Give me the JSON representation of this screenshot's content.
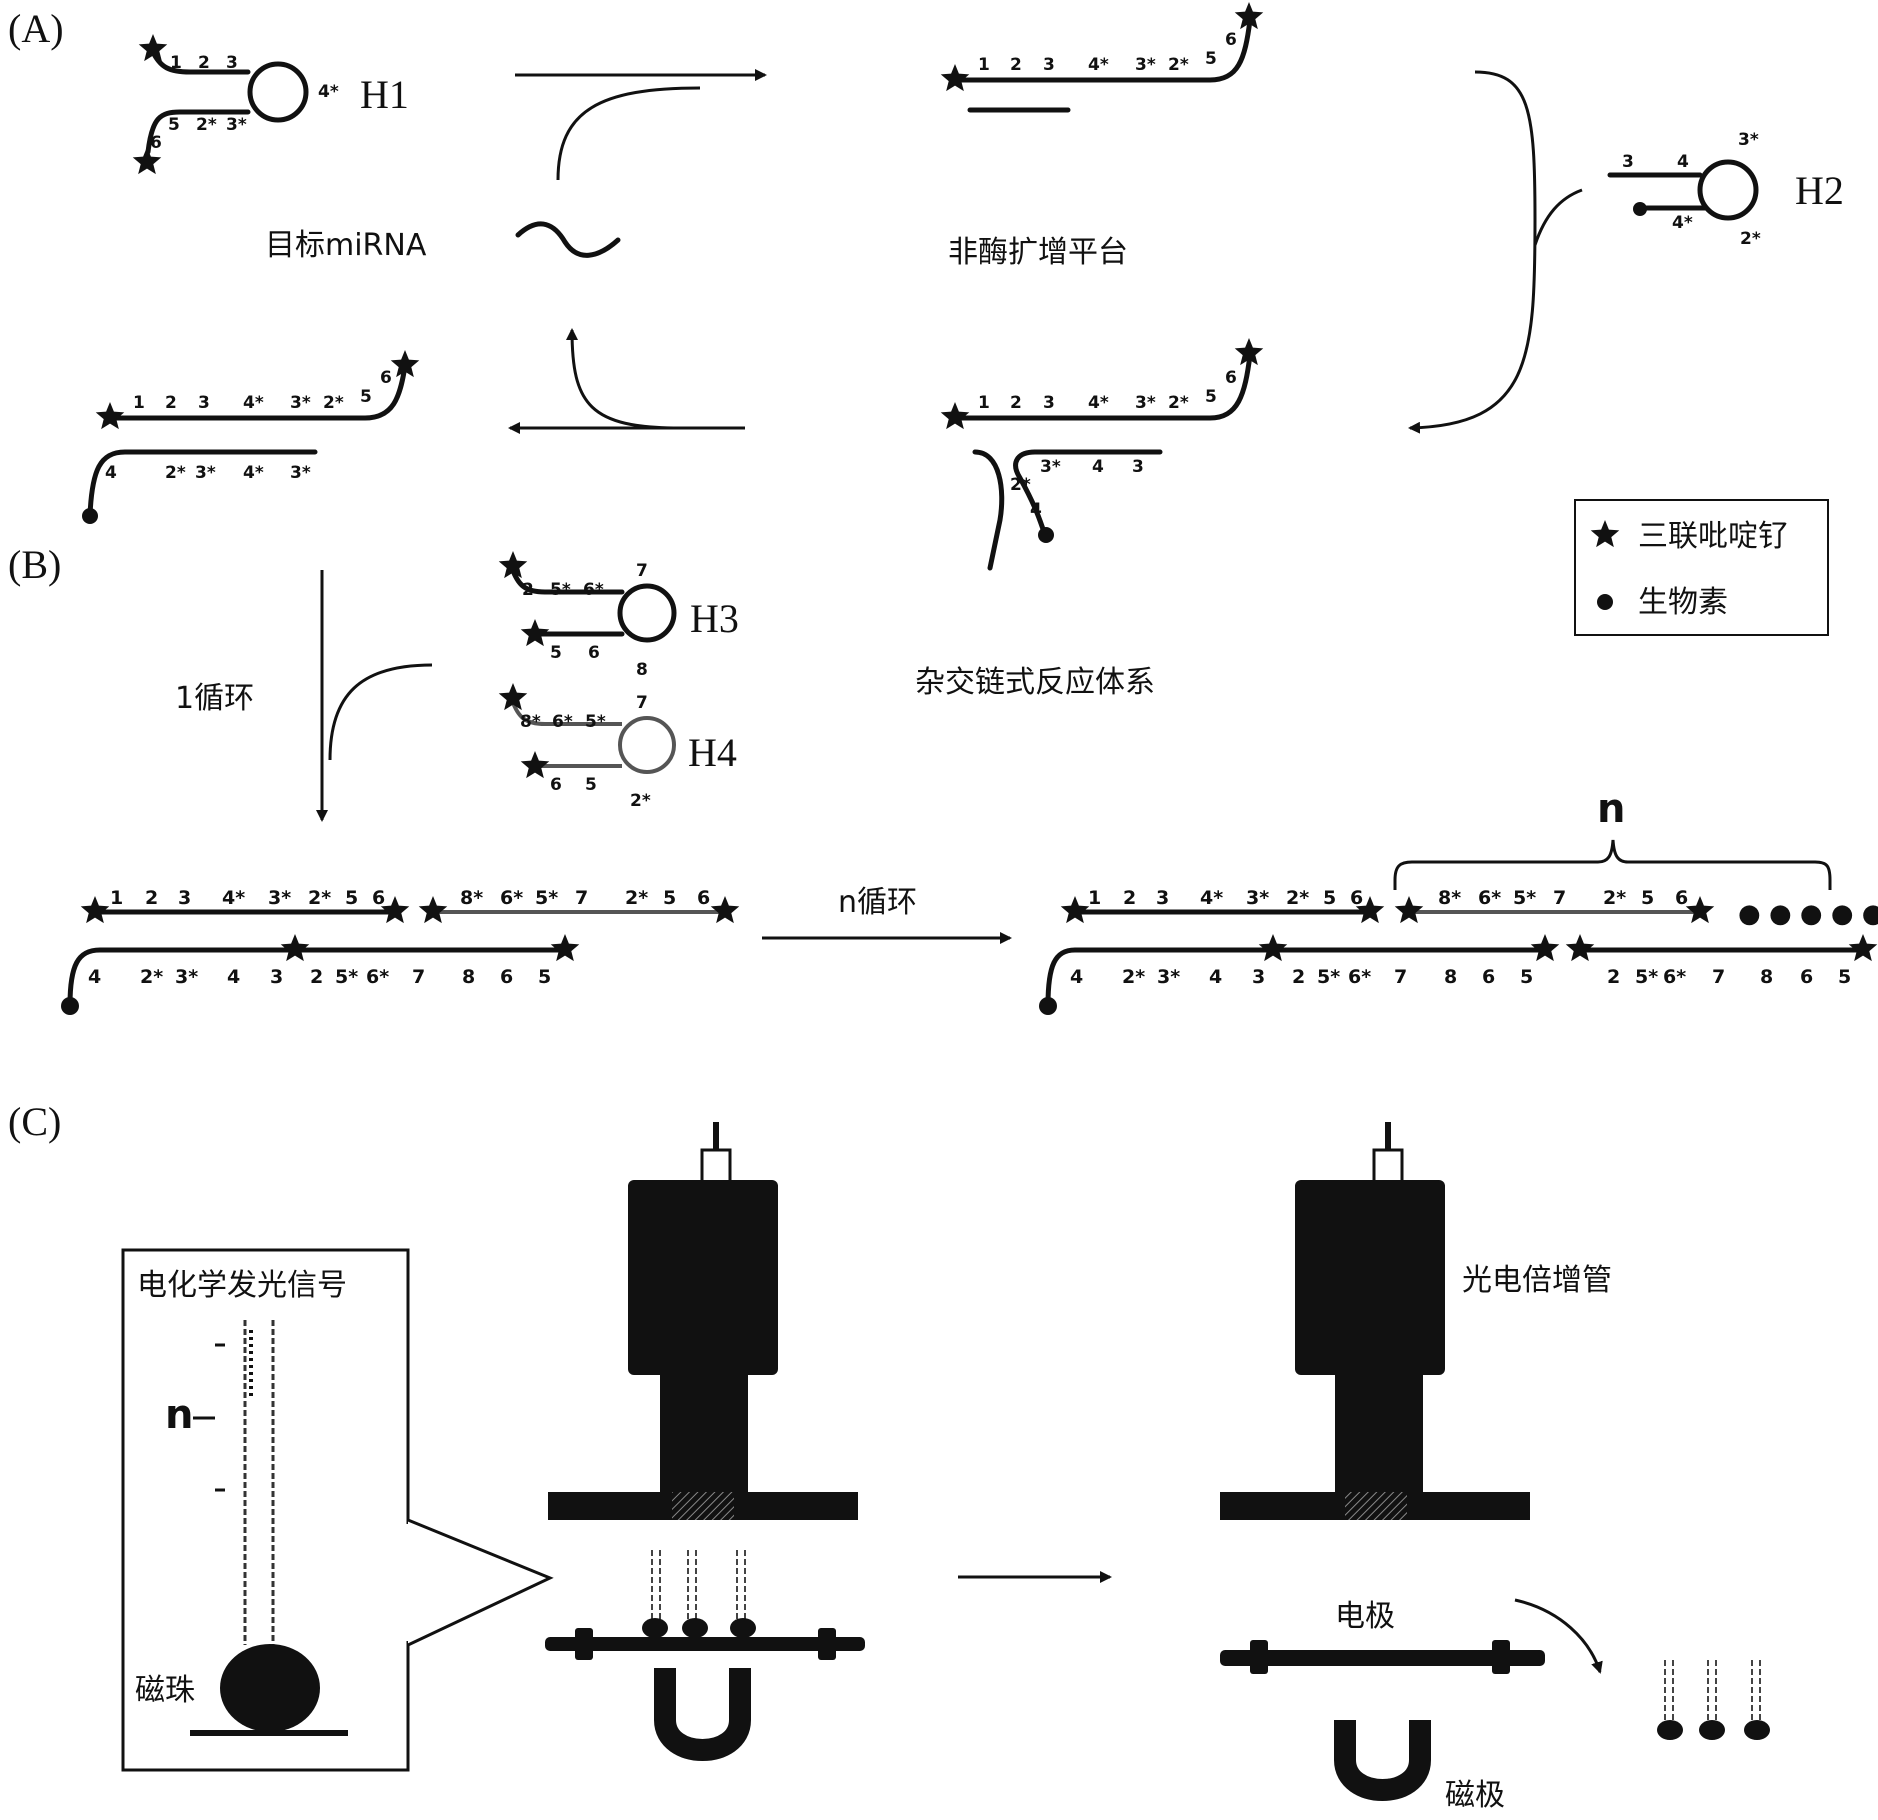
{
  "panels": {
    "a": "(A)",
    "b": "(B)",
    "c": "(C)"
  },
  "hairpins": {
    "h1": "H1",
    "h2": "H2",
    "h3": "H3",
    "h4": "H4"
  },
  "captions": {
    "target": "目标miRNA",
    "platform": "非酶扩增平台",
    "hcr": "杂交链式反应体系",
    "cycle1": "1循环",
    "cyclen": "n循环",
    "ecl_signal": "电化学发光信号",
    "bead": "磁珠",
    "pmt": "光电倍增管",
    "electrode": "电极",
    "magnet": "磁极",
    "n_label": "n",
    "n_small": "n",
    "dots": "● ● ● ● ● ●"
  },
  "legend": {
    "ru": "三联吡啶钌",
    "biotin": "生物素"
  },
  "segments": {
    "h1_top": [
      "1",
      "2",
      "3"
    ],
    "h1_loop": "4*",
    "h1_bottom": [
      "5",
      "2*",
      "3*"
    ],
    "h1_tail": "6",
    "open_h1": [
      "1",
      "2",
      "3",
      "4*",
      "3*",
      "2*",
      "5",
      "6"
    ],
    "h2_top": [
      "3",
      "4",
      "3*"
    ],
    "h2_bottom": [
      "4*",
      "2*"
    ],
    "mid_bottom": [
      "2*",
      "3*",
      "4",
      "3",
      "4"
    ],
    "left_bottom": [
      "4",
      "2*",
      "3*",
      "4*",
      "3*"
    ],
    "h3_top": [
      "2",
      "5*",
      "6*",
      "7"
    ],
    "h3_bottom": [
      "5",
      "6",
      "8"
    ],
    "h4_top": [
      "8*",
      "6*",
      "5*",
      "7"
    ],
    "h4_bottom": [
      "6",
      "5",
      "2*"
    ],
    "b_top1": [
      "1",
      "2",
      "3",
      "4*",
      "3*",
      "2*",
      "5",
      "6"
    ],
    "b_top2": [
      "8*",
      "6*",
      "5*",
      "7",
      "2*",
      "5",
      "6"
    ],
    "b_bottom": [
      "4",
      "2*",
      "3*",
      "4",
      "3",
      "2",
      "5*",
      "6*",
      "7",
      "8",
      "6",
      "5"
    ],
    "r_top1": [
      "1",
      "2",
      "3",
      "4*",
      "3*",
      "2*",
      "5",
      "6"
    ],
    "r_top2": [
      "8*",
      "6*",
      "5*",
      "7",
      "2*",
      "5",
      "6"
    ],
    "r_bottom1": [
      "4",
      "2*",
      "3*",
      "4",
      "3",
      "2",
      "5*",
      "6*",
      "7",
      "8",
      "6",
      "5"
    ],
    "r_bottom2": [
      "2",
      "5*",
      "6*",
      "7",
      "8",
      "6",
      "5"
    ]
  }
}
